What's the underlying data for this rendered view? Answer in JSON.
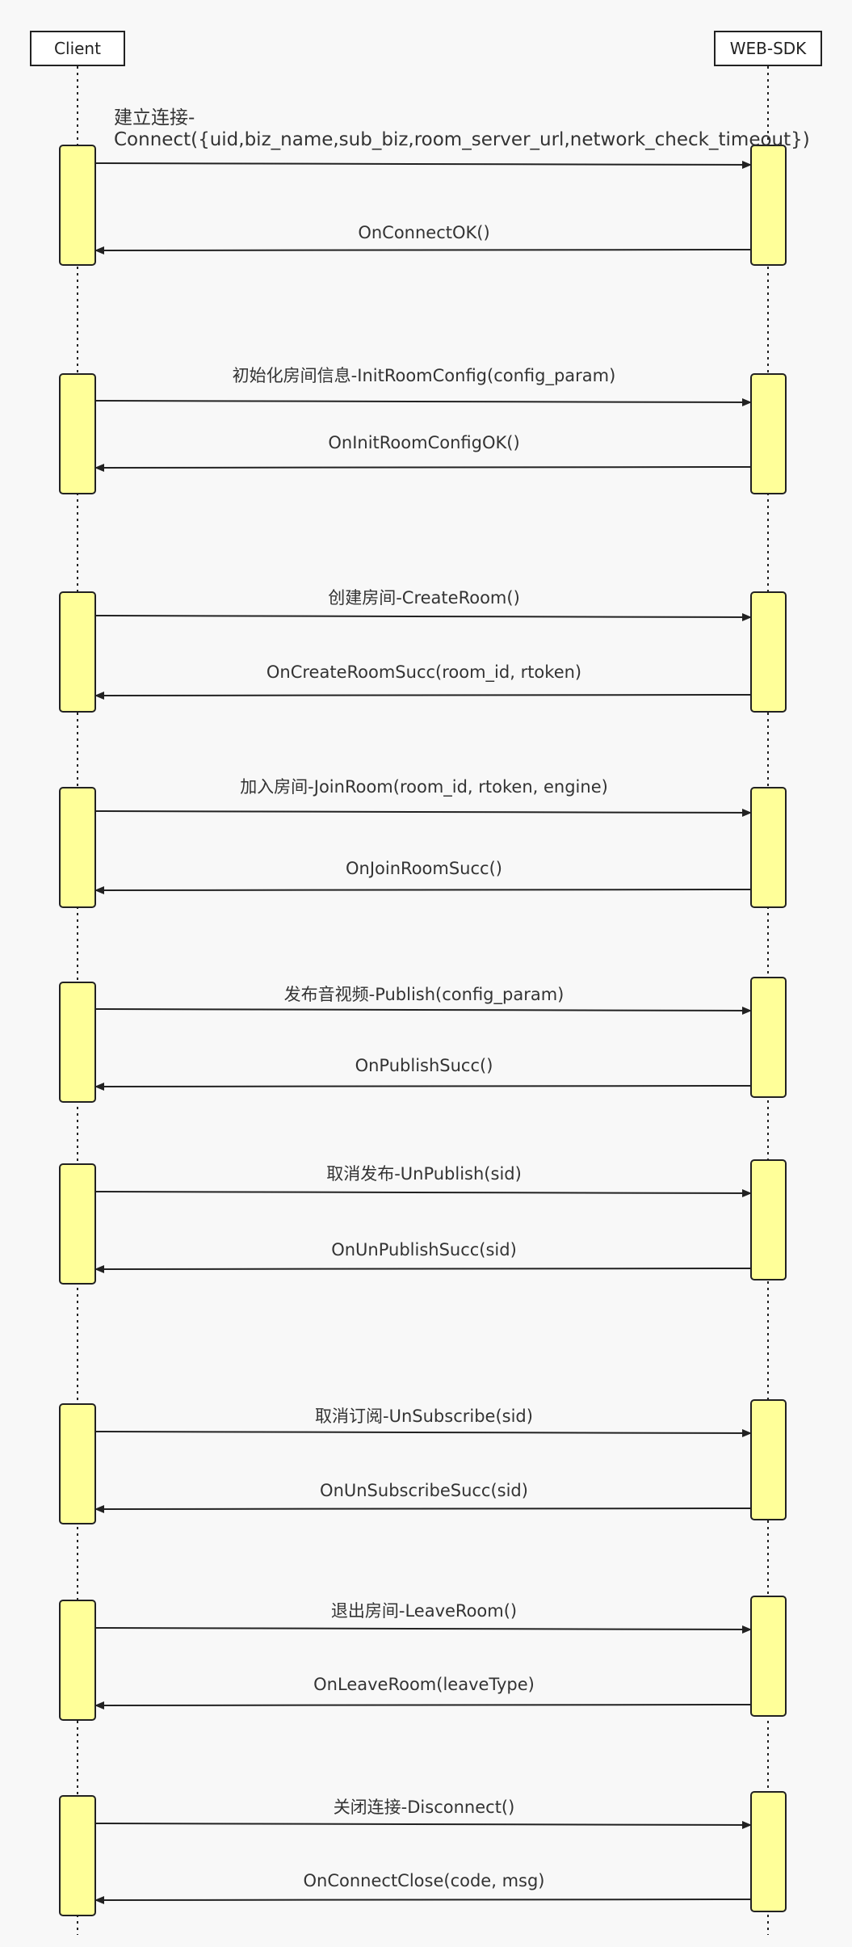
{
  "participants": {
    "client": "Client",
    "sdk": "WEB-SDK"
  },
  "colors": {
    "activation_fill": "#ffff99",
    "stroke": "#222222",
    "background": "#f8f8f8"
  },
  "messages": [
    {
      "request": "建立连接-\nConnect({uid,biz_name,sub_biz,room_server_url,network_check_timeout})",
      "response": "OnConnectOK()"
    },
    {
      "request": "初始化房间信息-InitRoomConfig(config_param)",
      "response": "OnInitRoomConfigOK()"
    },
    {
      "request": "创建房间-CreateRoom()",
      "response": "OnCreateRoomSucc(room_id, rtoken)"
    },
    {
      "request": "加入房间-JoinRoom(room_id, rtoken, engine)",
      "response": "OnJoinRoomSucc()"
    },
    {
      "request": "发布音视频-Publish(config_param)",
      "response": "OnPublishSucc()"
    },
    {
      "request": "取消发布-UnPublish(sid)",
      "response": "OnUnPublishSucc(sid)"
    },
    {
      "request": "取消订阅-UnSubscribe(sid)",
      "response": "OnUnSubscribeSucc(sid)"
    },
    {
      "request": "退出房间-LeaveRoom()",
      "response": "OnLeaveRoom(leaveType)"
    },
    {
      "request": "关闭连接-Disconnect()",
      "response": "OnConnectClose(code, msg)"
    }
  ]
}
